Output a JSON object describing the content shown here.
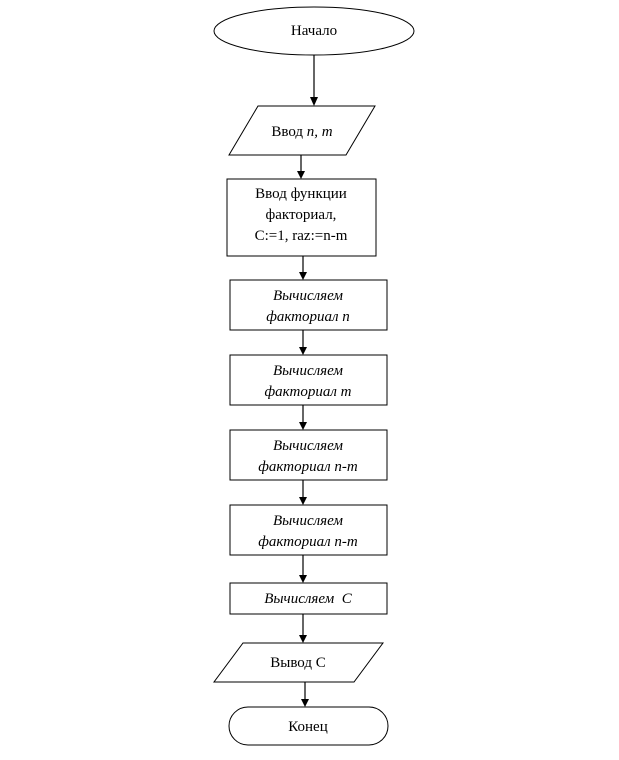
{
  "flowchart": {
    "start": "Начало",
    "input": {
      "prefix": "Ввод ",
      "vars": "n, m"
    },
    "init": {
      "line1": "Ввод функции",
      "line2": "факториал,",
      "line3": "C:=1, raz:=n-m"
    },
    "step1": {
      "line1": "Вычисляем",
      "line2": "факториал n"
    },
    "step2": {
      "line1": "Вычисляем",
      "line2": "факториал m"
    },
    "step3": {
      "line1": "Вычисляем",
      "line2": "факториал n-m"
    },
    "step4": {
      "line1": "Вычисляем",
      "line2": "факториал n-m"
    },
    "step5": "Вычисляем  C",
    "output": "Вывод C",
    "end": "Конец"
  }
}
